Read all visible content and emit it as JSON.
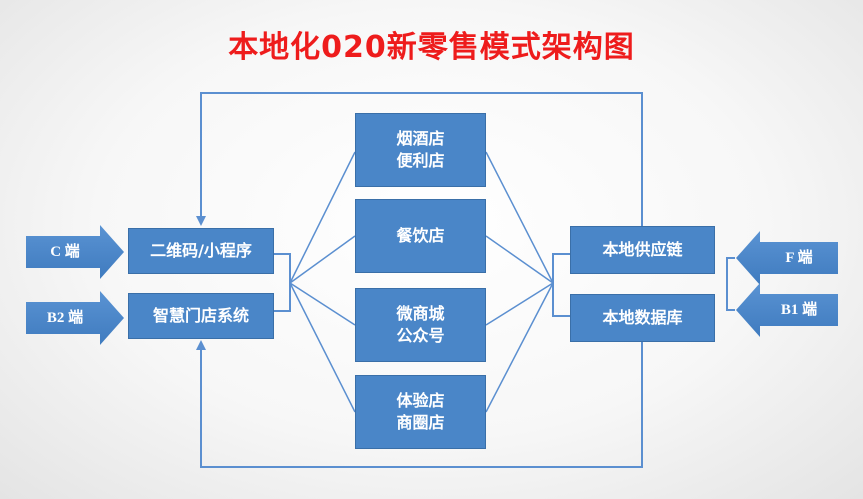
{
  "title": "本地化020新零售模式架构图",
  "colors": {
    "title": "#ee1c1c",
    "box": "#4a86c8",
    "line": "#5b8fd0"
  },
  "left_nodes": {
    "qrcode": "二维码/小程序",
    "smart_store": "智慧门店系统"
  },
  "inputs": {
    "c_end": "C 端",
    "b2_end": "B2 端",
    "f_end": "F 端",
    "b1_end": "B1 端"
  },
  "center_nodes": [
    {
      "line1": "烟酒店",
      "line2": "便利店"
    },
    {
      "line1": "餐饮店",
      "line2": ""
    },
    {
      "line1": "微商城",
      "line2": "公众号"
    },
    {
      "line1": "体验店",
      "line2": "商圈店"
    }
  ],
  "right_nodes": {
    "supply_chain": "本地供应链",
    "database": "本地数据库"
  }
}
